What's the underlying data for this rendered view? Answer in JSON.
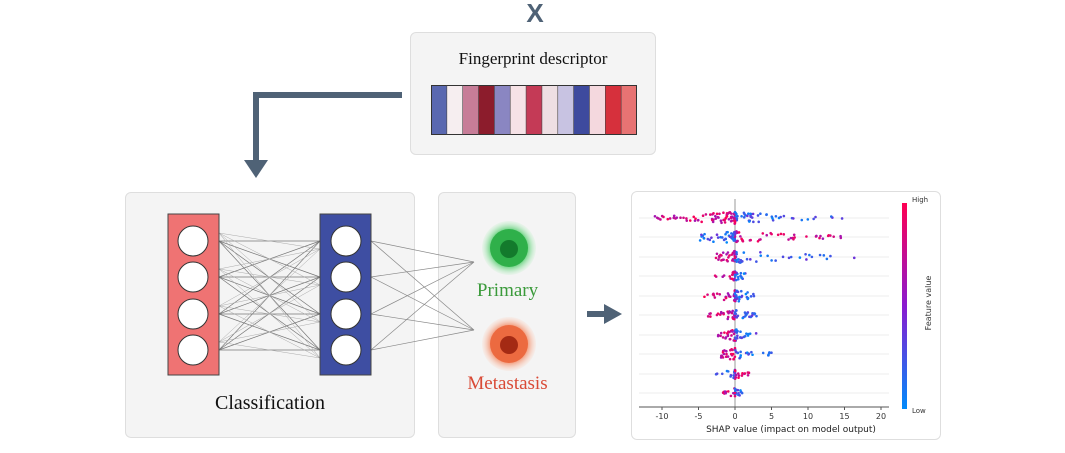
{
  "input_label": "X",
  "fingerprint": {
    "title": "Fingerprint descriptor",
    "bar_colors": [
      "#5a68b0",
      "#f6eef0",
      "#c77d98",
      "#8c1c2c",
      "#8a86c2",
      "#f6e2e6",
      "#c43a56",
      "#eedfe3",
      "#c8c3e2",
      "#3e4a9e",
      "#f4d8de",
      "#d6303c",
      "#e77373"
    ]
  },
  "network": {
    "input_node_count": 4,
    "hidden_node_count": 4,
    "input_color": "#ef7373",
    "hidden_color": "#3e4ea2",
    "label": "Classification"
  },
  "outputs": {
    "primary_label": "Primary",
    "primary_color": "#2fb04a",
    "metastasis_label": "Metastasis",
    "metastasis_color": "#e85a34"
  },
  "shap_plot": {
    "xlabel": "SHAP value (impact on model output)",
    "x_ticks": [
      "-10",
      "-5",
      "0",
      "5",
      "10",
      "15",
      "20"
    ],
    "colorbar_high": "High",
    "colorbar_low": "Low",
    "colorbar_label": "Feature value",
    "high_color": "#ff0052",
    "low_color": "#008bfb"
  }
}
